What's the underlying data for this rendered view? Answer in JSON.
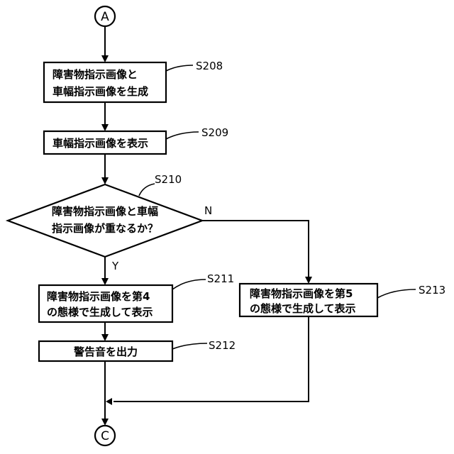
{
  "connectors": {
    "start": "A",
    "end": "C"
  },
  "steps": {
    "s208": {
      "id": "S208",
      "line1": "障害物指示画像と",
      "line2": "車幅指示画像を生成"
    },
    "s209": {
      "id": "S209",
      "text": "車幅指示画像を表示"
    },
    "s210": {
      "id": "S210",
      "line1": "障害物指示画像と車幅",
      "line2": "指示画像が重なるか？",
      "yes": "Y",
      "no": "N"
    },
    "s211": {
      "id": "S211",
      "line1": "障害物指示画像を第4",
      "line2": "の態様で生成して表示"
    },
    "s212": {
      "id": "S212",
      "text": "警告音を出力"
    },
    "s213": {
      "id": "S213",
      "line1": "障害物指示画像を第5",
      "line2": "の態様で生成して表示"
    }
  }
}
